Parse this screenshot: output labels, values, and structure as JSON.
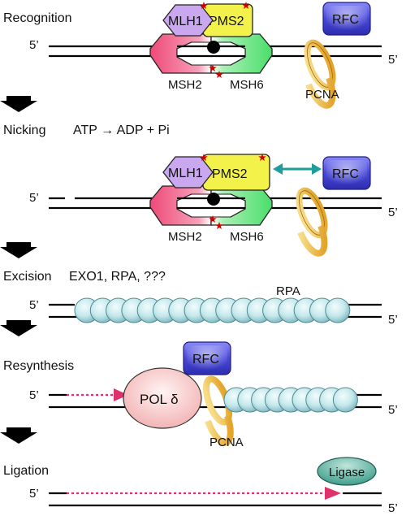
{
  "stages": [
    {
      "label": "Recognition",
      "subtitle": ""
    },
    {
      "label": "Nicking",
      "subtitle": "ATP → ADP + Pi"
    },
    {
      "label": "Excision",
      "subtitle": "EXO1, RPA, ???"
    },
    {
      "label": "Resynthesis",
      "subtitle": ""
    },
    {
      "label": "Ligation",
      "subtitle": ""
    }
  ],
  "strand_end": "5’",
  "proteins": {
    "mlh1": "MLH1",
    "pms2": "PMS2",
    "msh2": "MSH2",
    "msh6": "MSH6",
    "rfc": "RFC",
    "pcna": "PCNA",
    "rpa": "RPA",
    "pol": "POL δ",
    "ligase": "Ligase"
  },
  "colors": {
    "mlh1": "#c9a8f0",
    "pms2": "#f2f24a",
    "msh2": "#ee4a78",
    "msh6": "#4ade6a",
    "rfc": "#4747d8",
    "pcna": "#f1c24e",
    "rpa_bead": "#b8e0e6",
    "pol": "#f7c4c4",
    "ligase": "#3f9d8a",
    "dna": "#000000",
    "new_strand": "#e0316a",
    "stage_arrow": "#000000",
    "interaction_arrow": "#1e9e9a",
    "star": "#d40000"
  }
}
